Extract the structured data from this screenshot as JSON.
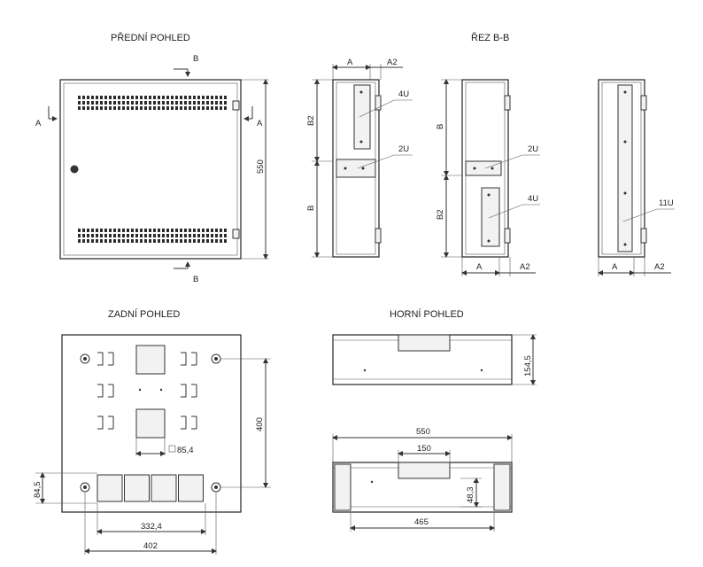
{
  "views": {
    "front": "PŘEDNÍ POHLED",
    "section": "ŘEZ B-B",
    "back": "ZADNÍ POHLED",
    "top": "HORNÍ POHLED"
  },
  "labels": {
    "A": "A",
    "B": "B",
    "A2": "A2",
    "B2": "B2",
    "u4": "4U",
    "u2": "2U",
    "u11": "11U"
  },
  "dimensions": {
    "d550": "550",
    "d400": "400",
    "d84_5": "84,5",
    "d332_4": "332,4",
    "d402": "402",
    "d85_4": "85,4",
    "d154_5": "154,5",
    "d150": "150",
    "d48_3": "48,3",
    "d465": "465"
  }
}
